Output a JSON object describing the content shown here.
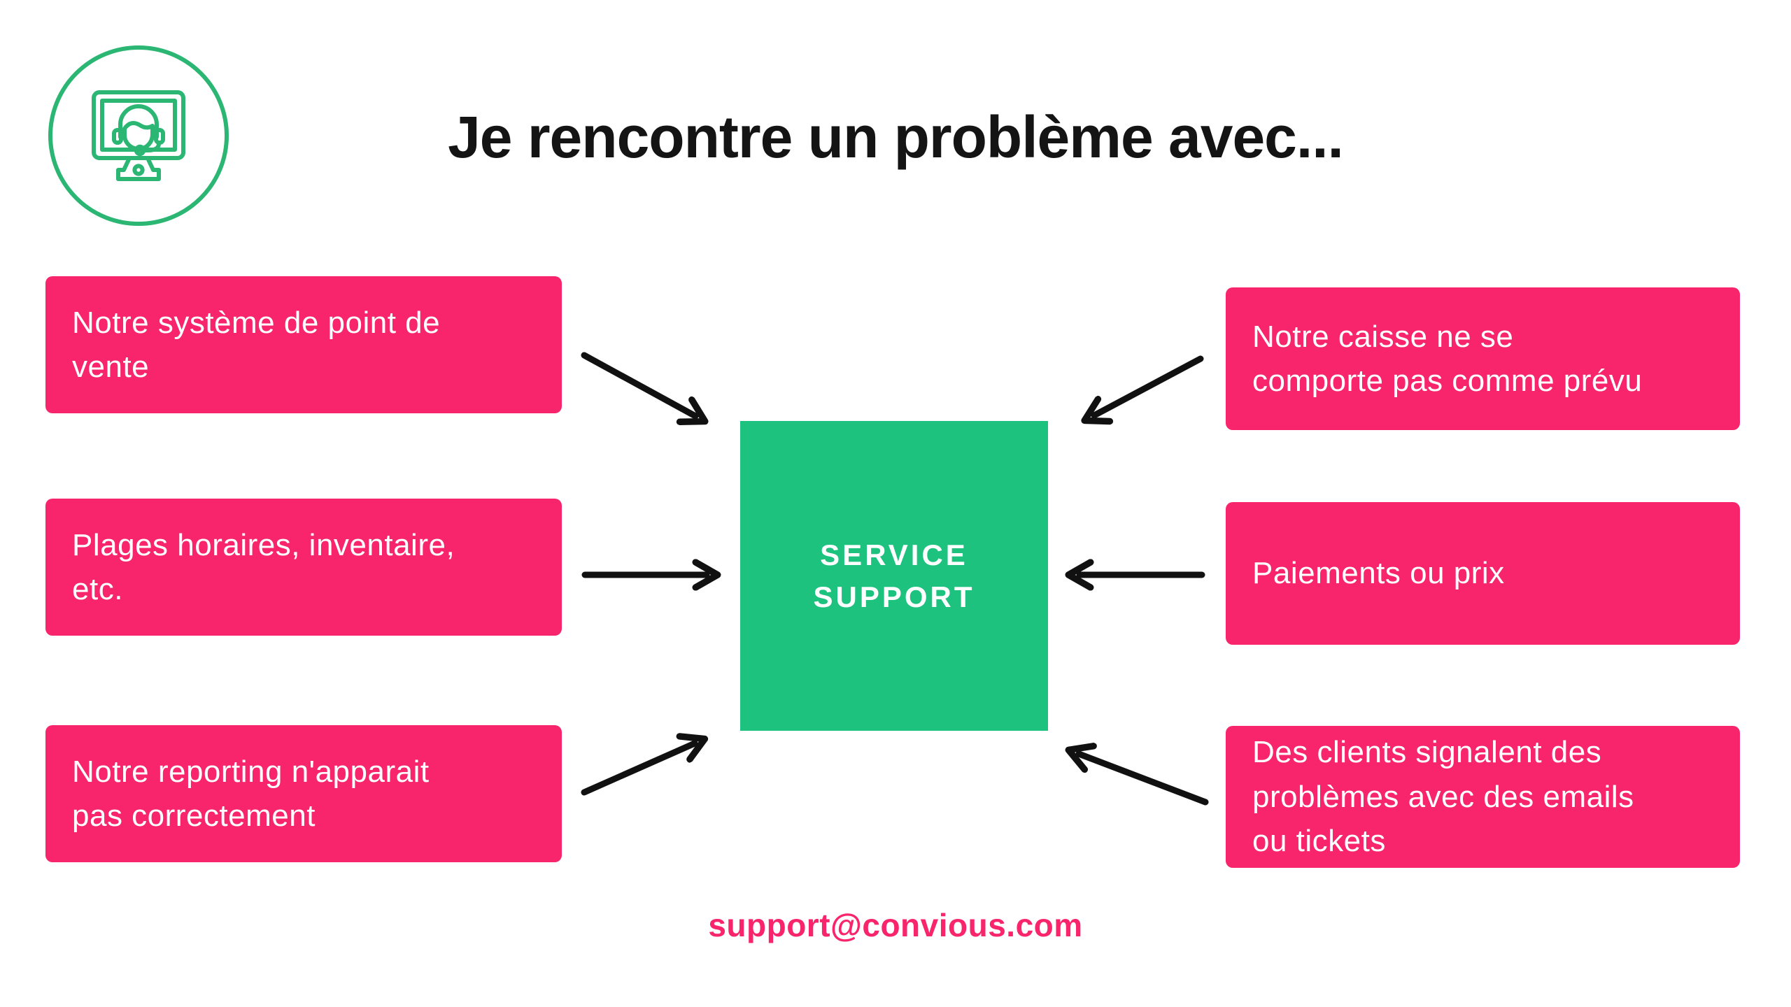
{
  "header": {
    "title": "Je rencontre un problème avec...",
    "icon": "support-agent-monitor-icon"
  },
  "hub": {
    "label": "SERVICE\nSUPPORT"
  },
  "left_items": [
    {
      "label": "Notre système de point de\nvente"
    },
    {
      "label": "Plages horaires, inventaire,\netc."
    },
    {
      "label": "Notre reporting n'apparait\npas correctement"
    }
  ],
  "right_items": [
    {
      "label": "Notre caisse ne se\ncomporte pas comme prévu"
    },
    {
      "label": "Paiements ou prix"
    },
    {
      "label": "Des clients signalent des\nproblèmes avec des emails\nou tickets"
    }
  ],
  "footer": {
    "email": "support@convious.com"
  },
  "colors": {
    "pink": "#F8256C",
    "green": "#1CC27E",
    "icon_green": "#2BB673",
    "title_text": "#141414",
    "arrow": "#111111",
    "card_text": "#FFFFFF"
  }
}
